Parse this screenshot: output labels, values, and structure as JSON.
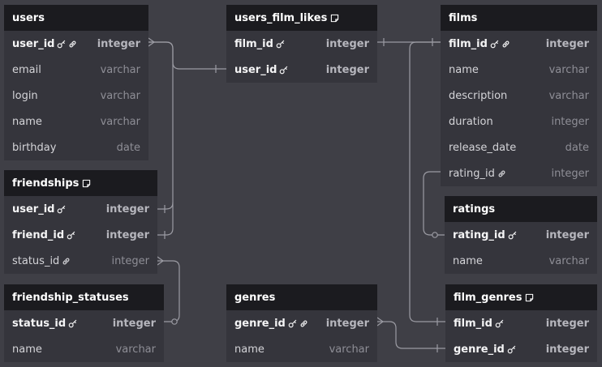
{
  "tables": {
    "users": {
      "title": "users",
      "fields": [
        {
          "name": "user_id",
          "type": "integer",
          "pk": true,
          "icons": [
            "key-icon",
            "link-icon"
          ]
        },
        {
          "name": "email",
          "type": "varchar"
        },
        {
          "name": "login",
          "type": "varchar"
        },
        {
          "name": "name",
          "type": "varchar"
        },
        {
          "name": "birthday",
          "type": "date"
        }
      ]
    },
    "users_film_likes": {
      "title": "users_film_likes",
      "has_note": true,
      "fields": [
        {
          "name": "film_id",
          "type": "integer",
          "pk": true,
          "icons": [
            "key-icon"
          ]
        },
        {
          "name": "user_id",
          "type": "integer",
          "pk": true,
          "icons": [
            "key-icon"
          ]
        }
      ]
    },
    "films": {
      "title": "films",
      "fields": [
        {
          "name": "film_id",
          "type": "integer",
          "pk": true,
          "icons": [
            "key-icon",
            "link-icon"
          ]
        },
        {
          "name": "name",
          "type": "varchar"
        },
        {
          "name": "description",
          "type": "varchar"
        },
        {
          "name": "duration",
          "type": "integer"
        },
        {
          "name": "release_date",
          "type": "date"
        },
        {
          "name": "rating_id",
          "type": "integer",
          "icons": [
            "link-icon"
          ]
        }
      ]
    },
    "friendships": {
      "title": "friendships",
      "has_note": true,
      "fields": [
        {
          "name": "user_id",
          "type": "integer",
          "pk": true,
          "icons": [
            "key-icon"
          ]
        },
        {
          "name": "friend_id",
          "type": "integer",
          "pk": true,
          "icons": [
            "key-icon"
          ]
        },
        {
          "name": "status_id",
          "type": "integer",
          "icons": [
            "link-icon"
          ]
        }
      ]
    },
    "ratings": {
      "title": "ratings",
      "fields": [
        {
          "name": "rating_id",
          "type": "integer",
          "pk": true,
          "icons": [
            "key-icon"
          ]
        },
        {
          "name": "name",
          "type": "varchar"
        }
      ]
    },
    "friendship_statuses": {
      "title": "friendship_statuses",
      "fields": [
        {
          "name": "status_id",
          "type": "integer",
          "pk": true,
          "icons": [
            "key-icon"
          ]
        },
        {
          "name": "name",
          "type": "varchar"
        }
      ]
    },
    "genres": {
      "title": "genres",
      "fields": [
        {
          "name": "genre_id",
          "type": "integer",
          "pk": true,
          "icons": [
            "key-icon",
            "link-icon"
          ]
        },
        {
          "name": "name",
          "type": "varchar"
        }
      ]
    },
    "film_genres": {
      "title": "film_genres",
      "has_note": true,
      "fields": [
        {
          "name": "film_id",
          "type": "integer",
          "pk": true,
          "icons": [
            "key-icon"
          ]
        },
        {
          "name": "genre_id",
          "type": "integer",
          "pk": true,
          "icons": [
            "key-icon"
          ]
        }
      ]
    }
  },
  "colors": {
    "canvas": "#3f3f46",
    "header": "#1b1b1f",
    "body": "#35353c",
    "connector": "#9b9ba3"
  }
}
